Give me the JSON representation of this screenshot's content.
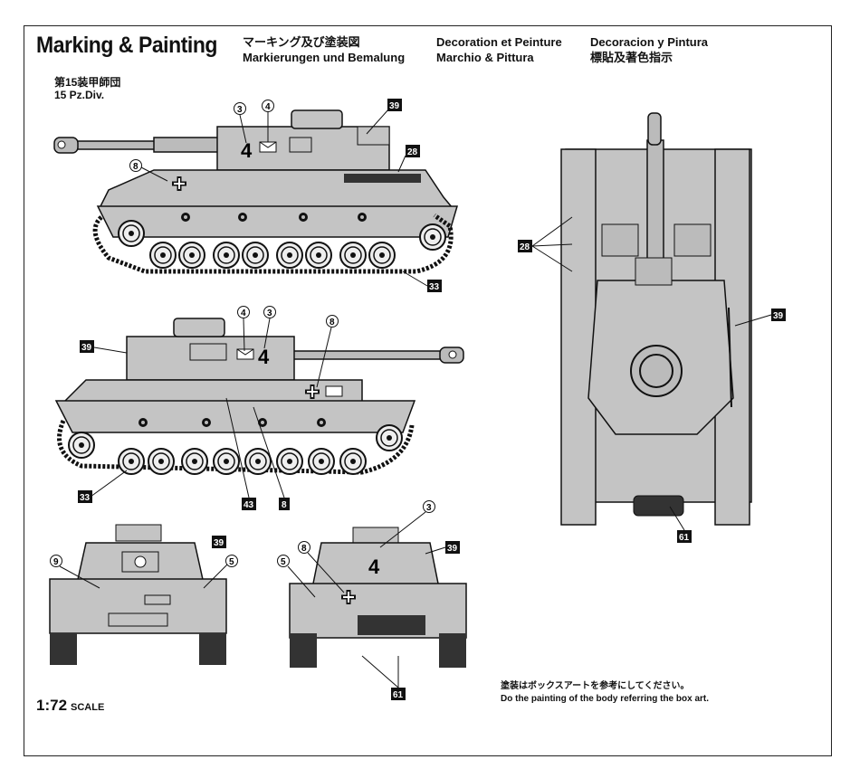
{
  "header": {
    "title": "Marking & Painting",
    "ja": "マーキング及び塗装図",
    "de": "Markierungen und Bemalung",
    "fr": "Decoration et Peinture",
    "it": "Marchio & Pittura",
    "es": "Decoracion y Pintura",
    "zh": "標貼及著色指示"
  },
  "unit": {
    "ja": "第15装甲師団",
    "en": "15 Pz.Div."
  },
  "scale": {
    "ratio": "1:72",
    "word": "SCALE"
  },
  "note": {
    "ja": "塗装はボックスアートを参考にしてください。",
    "en": "Do the painting of the body referring the box art."
  },
  "markings": {
    "turret_number": "4",
    "callouts": [
      "3",
      "4",
      "39",
      "8",
      "28",
      "33",
      "43",
      "61",
      "9",
      "5"
    ]
  }
}
